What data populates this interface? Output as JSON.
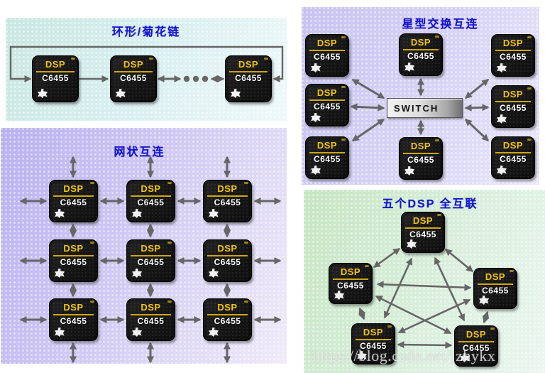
{
  "panels": {
    "ring": {
      "title": "环形/菊花链",
      "dsp_count": 3,
      "has_ellipsis": true
    },
    "star": {
      "title": "星型交换互连",
      "dsp_count": 8,
      "switch_label": "SWITCH"
    },
    "mesh": {
      "title": "网状互连",
      "dsp_count": 9,
      "grid": "3x3"
    },
    "full": {
      "title": "五个DSP 全互联",
      "dsp_count": 5
    }
  },
  "chip": {
    "label": "DSP",
    "model": "C6455",
    "vendor_logo": "texas-instruments"
  },
  "watermark": {
    "text": "https://blog.csdn.net/jzhykx"
  },
  "colors": {
    "title_blue": "#1414cc",
    "arrow_gray": "#666666",
    "chip_black": "#181818",
    "chip_label_yellow": "#f2c40e",
    "chip_model_white": "#ffffff",
    "panel_ring_bg": "#d6ecea",
    "panel_star_bg": "#d2cdf2",
    "panel_mesh_bg": "#c9c1f1",
    "panel_full_bg": "#d5ecd2",
    "switch_gray": "#c8c8c8"
  }
}
